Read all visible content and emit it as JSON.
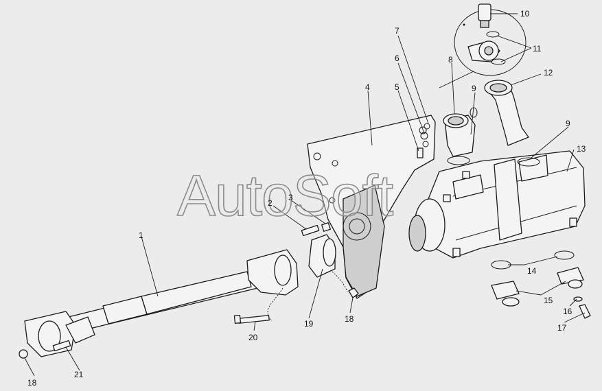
{
  "watermark": "AutoSoft",
  "callouts": [
    "1",
    "2",
    "3",
    "4",
    "5",
    "6",
    "7",
    "8",
    "9",
    "9",
    "10",
    "11",
    "12",
    "13",
    "14",
    "15",
    "16",
    "17",
    "18",
    "18",
    "19",
    "20",
    "21"
  ]
}
